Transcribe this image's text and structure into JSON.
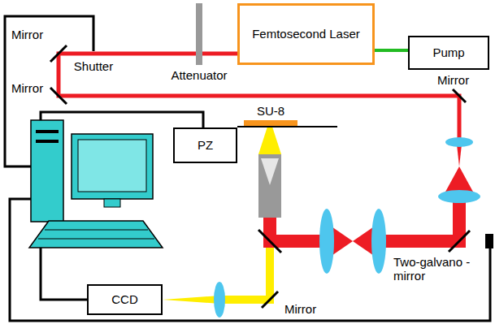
{
  "diagram": {
    "nodes": [
      {
        "text": [
          "Femtosecond Laser"
        ]
      },
      {
        "text": [
          "Pump"
        ]
      },
      {
        "text": [
          "PZ"
        ]
      },
      {
        "text": [
          "CCD"
        ]
      }
    ],
    "edges": [
      {
        "from": 0,
        "to": 1,
        "arrow": "none"
      }
    ],
    "labels": [
      "Mirror",
      "Shutter",
      "Attenuator",
      "Mirror",
      "Mirror",
      "SU-8",
      "Mirror",
      "Two-galvano -mirror"
    ]
  }
}
